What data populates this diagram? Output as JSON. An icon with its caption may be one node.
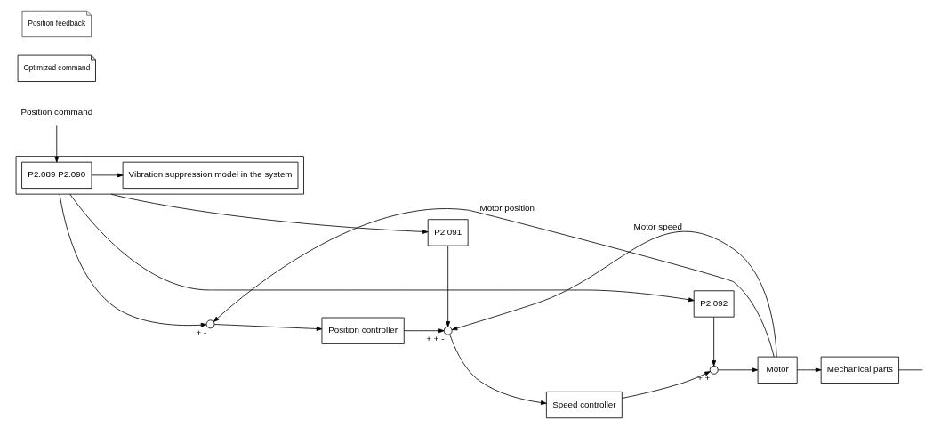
{
  "diagram": {
    "nodes": [
      {
        "text": [],
        "shape": "box"
      },
      {
        "text": [
          "P2.089 P2.090"
        ],
        "in": 0
      },
      {
        "text": [
          "Vibration suppression model in the system"
        ],
        "in": 0
      },
      {
        "text": [
          "Position command"
        ]
      },
      {
        "text": [
          "Optimized command"
        ]
      },
      {
        "text": [],
        "shape": "circle",
        "beside": [
          "+",
          "-"
        ]
      },
      {
        "text": [
          "Position controller"
        ]
      },
      {
        "text": [
          "P2.091"
        ]
      },
      {
        "text": [],
        "shape": "circle",
        "beside": [
          "+",
          "+",
          "-"
        ]
      },
      {
        "text": [
          "Speed controller"
        ]
      },
      {
        "text": [
          "P2.092"
        ]
      },
      {
        "text": [],
        "shape": "circle",
        "beside": [
          "+",
          "+"
        ]
      },
      {
        "text": [
          "Motor"
        ]
      },
      {
        "text": [
          "Mechanical parts"
        ]
      },
      {
        "text": [
          "Position feedback"
        ]
      }
    ],
    "edges": [
      {
        "from": 3,
        "to": 1,
        "arrow": "to"
      },
      {
        "from": 1,
        "to": 2,
        "arrow": "to"
      },
      {
        "from": 0,
        "to": 5,
        "arrow": "to"
      },
      {
        "from": 0,
        "to": 7,
        "arrow": "to"
      },
      {
        "from": 0,
        "to": 10,
        "arrow": "to"
      },
      {
        "from": 5,
        "to": 6,
        "arrow": "to"
      },
      {
        "from": 6,
        "to": 8,
        "arrow": "to"
      },
      {
        "from": 7,
        "to": 8,
        "arrow": "to"
      },
      {
        "from": 8,
        "to": 9,
        "arrow": "to"
      },
      {
        "from": 9,
        "to": 11,
        "arrow": "to"
      },
      {
        "from": 10,
        "to": 11,
        "arrow": "to"
      },
      {
        "from": 11,
        "to": 12,
        "arrow": "to"
      },
      {
        "from": 12,
        "to": 13,
        "arrow": "to"
      },
      {
        "from": 12,
        "to": 8,
        "arrow": "to",
        "label": "Motor speed"
      },
      {
        "from": 12,
        "to": 5,
        "arrow": "to",
        "label": "Motor position"
      },
      {
        "from": 13,
        "to": null,
        "arrow": "none"
      }
    ]
  }
}
